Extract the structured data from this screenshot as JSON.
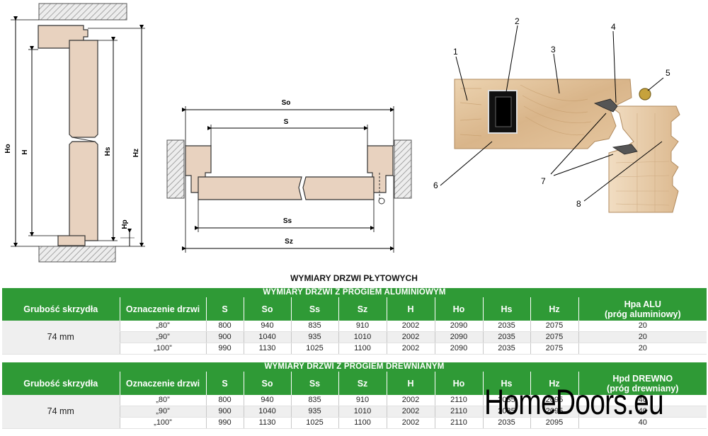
{
  "diagram_labels": {
    "left": {
      "ho": "Ho",
      "h": "H",
      "hs": "Hs",
      "hz": "Hz",
      "hp": "Hp"
    },
    "middle": {
      "so": "So",
      "s": "S",
      "ss": "Ss",
      "sz": "Sz"
    },
    "right": {
      "n1": "1",
      "n2": "2",
      "n3": "3",
      "n4": "4",
      "n5": "5",
      "n6": "6",
      "n7": "7",
      "n8": "8"
    }
  },
  "title": "WYMIARY DRZWI PŁYTOWYCH",
  "tables": [
    {
      "section": "WYMIARY DRZWI Z PROGIEM ALUMINIOWYM",
      "headers": [
        "Grubość skrzydła",
        "Oznaczenie drzwi",
        "S",
        "So",
        "Ss",
        "Sz",
        "H",
        "Ho",
        "Hs",
        "Hz"
      ],
      "last_header_line1": "Hpa ALU",
      "last_header_line2": "(próg aluminiowy)",
      "thickness": "74 mm",
      "rows": [
        [
          "„80”",
          "800",
          "940",
          "835",
          "910",
          "2002",
          "2090",
          "2035",
          "2075",
          "20"
        ],
        [
          "„90”",
          "900",
          "1040",
          "935",
          "1010",
          "2002",
          "2090",
          "2035",
          "2075",
          "20"
        ],
        [
          "„100”",
          "990",
          "1130",
          "1025",
          "1100",
          "2002",
          "2090",
          "2035",
          "2075",
          "20"
        ]
      ]
    },
    {
      "section": "WYMIARY DRZWI Z PROGIEM DREWNIANYM",
      "headers": [
        "Grubość skrzydła",
        "Oznaczenie drzwi",
        "S",
        "So",
        "Ss",
        "Sz",
        "H",
        "Ho",
        "Hs",
        "Hz"
      ],
      "last_header_line1": "Hpd DREWNO",
      "last_header_line2": "(próg drewniany)",
      "thickness": "74 mm",
      "rows": [
        [
          "„80”",
          "800",
          "940",
          "835",
          "910",
          "2002",
          "2110",
          "2035",
          "2095",
          "40"
        ],
        [
          "„90”",
          "900",
          "1040",
          "935",
          "1010",
          "2002",
          "2110",
          "2035",
          "2095",
          "40"
        ],
        [
          "„100”",
          "990",
          "1130",
          "1025",
          "1100",
          "2002",
          "2110",
          "2035",
          "2095",
          "40"
        ]
      ]
    }
  ],
  "watermark": "HomeDoors.eu",
  "colors": {
    "header_green": "#2f9a36",
    "wood": "#e8d2bf",
    "wood_dark": "#c79c6c",
    "hatch": "#9a9a9a"
  }
}
